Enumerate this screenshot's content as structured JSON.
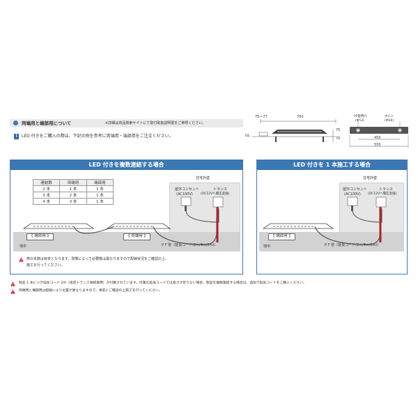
{
  "header": {
    "title": "両端用と端部用について",
    "note": "※詳細は商品検索サイトにて取付取扱説明書をご参照ください。",
    "info_text": "LED 付きをご購入の際は、下記の例を参考に両端用・端部用をご注文ください。",
    "info_mark": "i"
  },
  "dims_left": {
    "d_75_77": "75〜77",
    "d_700": "700",
    "d_75a": "75",
    "d_75b": "75",
    "gl": "GL"
  },
  "dims_right": {
    "pf_label": "PF管用穴",
    "pf_size": "(Φ53)",
    "bolt_label": "ボルト",
    "bolt_size": "(M16)",
    "d_450": "450",
    "d_550": "550"
  },
  "panel_multi": {
    "title": "LED 付きを複数連結する場合",
    "table": {
      "headers": [
        "連結数",
        "両端用",
        "端部用"
      ],
      "rows": [
        [
          "2 本",
          "1 本",
          "1 本"
        ],
        [
          "3 本",
          "2 本",
          "1 本"
        ],
        [
          "4 本",
          "3 本",
          "1 本"
        ]
      ]
    },
    "wall_label": "住宅外壁",
    "outlet_label": "屋外コンセント",
    "outlet_sub": "(AC100V)",
    "trans_label": "トランス",
    "trans_sub": "(DC12Vへ電圧変換)",
    "tanbu": "【 端部用 】",
    "ryotan": "【 両端用 】",
    "underground": "地中",
    "pf_note": "P F 管（延長コード(2m/4m/6m)）",
    "warn_text_1": "表の本数は目安となります。現場によって必要数は異なりますので配線状況をご確認の上、",
    "warn_text_2": "施工を行ってください。"
  },
  "panel_single": {
    "title": "LED 付きを 1 本施工する場合",
    "wall_label": "住宅外壁",
    "outlet_label": "屋外コンセント",
    "outlet_sub": "(AC100V)",
    "trans_label": "トランス",
    "trans_sub": "(DC12Vへ電圧変換)",
    "tanbu": "【 端部用 】",
    "underground": "地中",
    "pf_note": "P F 管（延長コード(2m/4m/6m)）"
  },
  "footer": {
    "note_1": "製品 1 本につき延長コード 2m（指定トランス接続専用）が付属されています。付属の延長コードでは長さが足りない場合、製品を複数連結する場合は、追加で延長コードをご購入ください。",
    "note_2": "両端用と端部用は配線により位置が異なりますので、事前にご確認の上施工を行ってください。"
  },
  "colors": {
    "accent": "#3b78b4",
    "cord": "#b0202a",
    "warn": "#c8102e"
  }
}
